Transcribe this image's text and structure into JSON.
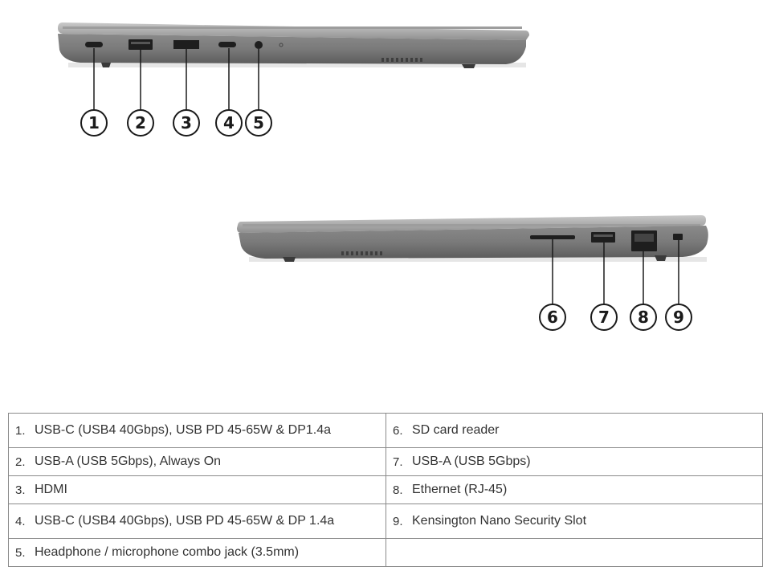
{
  "callouts": [
    "1",
    "2",
    "3",
    "4",
    "5",
    "6",
    "7",
    "8",
    "9"
  ],
  "ports_table": [
    {
      "left": {
        "num": "1.",
        "text": "USB-C (USB4 40Gbps), USB PD 45-65W & DP1.4a"
      },
      "right": {
        "num": "6.",
        "text": "SD card reader"
      }
    },
    {
      "left": {
        "num": "2.",
        "text": "USB-A (USB 5Gbps), Always On"
      },
      "right": {
        "num": "7.",
        "text": "USB-A (USB 5Gbps)"
      }
    },
    {
      "left": {
        "num": "3.",
        "text": "HDMI"
      },
      "right": {
        "num": "8.",
        "text": "Ethernet (RJ-45)"
      }
    },
    {
      "left": {
        "num": "4.",
        "text": "USB-C (USB4 40Gbps), USB PD 45-65W & DP 1.4a"
      },
      "right": {
        "num": "9.",
        "text": "Kensington Nano Security Slot"
      }
    },
    {
      "left": {
        "num": "5.",
        "text": "Headphone / microphone combo jack (3.5mm)"
      },
      "right": {
        "num": "",
        "text": ""
      }
    }
  ]
}
